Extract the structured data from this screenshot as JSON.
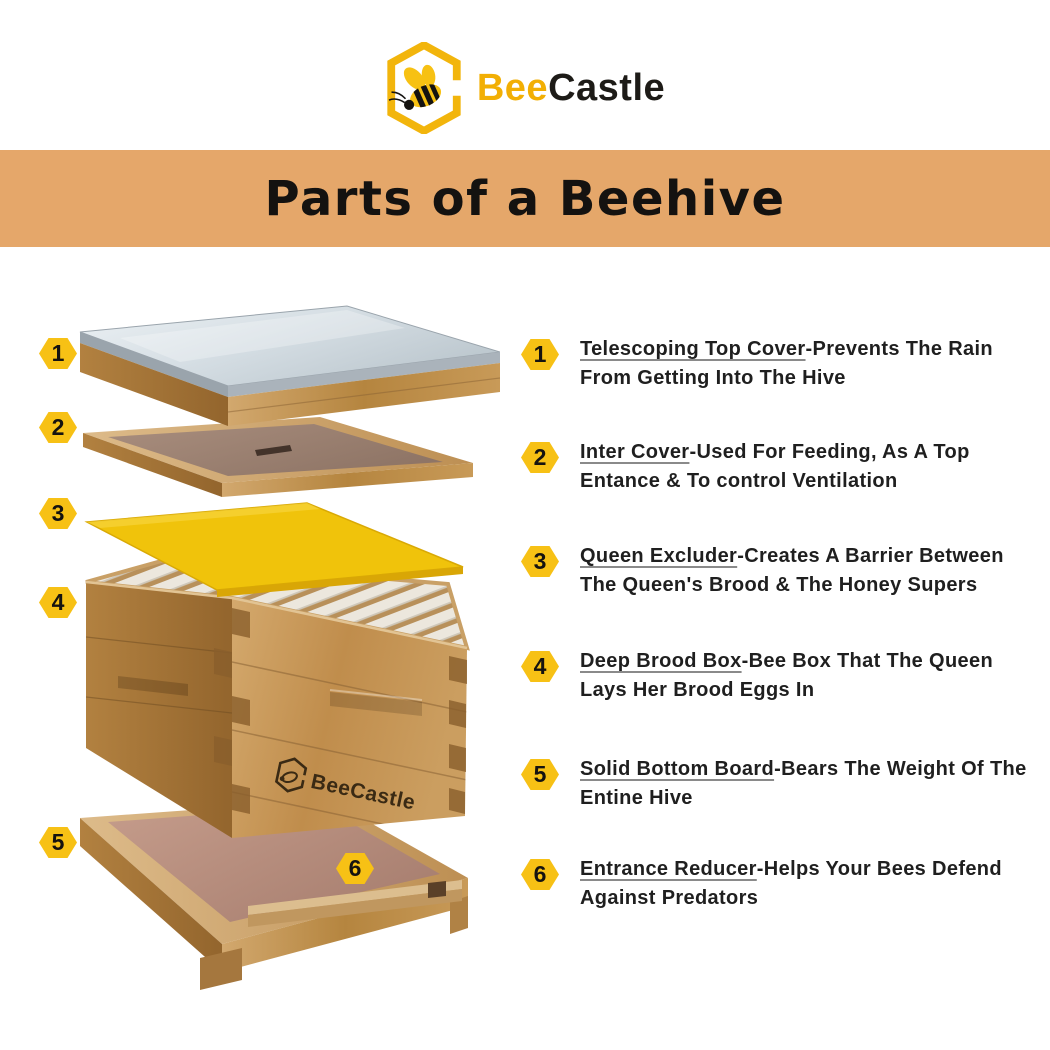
{
  "brand": {
    "bee": "Bee",
    "castle": "Castle"
  },
  "banner": {
    "title": "Parts of a Beehive"
  },
  "diagram": {
    "box_logo": "BeeCastle"
  },
  "parts": [
    {
      "num": "1",
      "name": "Telescoping Top Cover",
      "sep": "-",
      "desc": "Prevents The Rain From Getting Into The Hive"
    },
    {
      "num": "2",
      "name": "Inter Cover",
      "sep": "-",
      "desc": "Used For Feeding, As A Top Entance & To control Ventilation"
    },
    {
      "num": "3",
      "name": "Queen Excluder",
      "sep": "-",
      "desc": "Creates A Barrier Between The Queen's Brood & The Honey Supers"
    },
    {
      "num": "4",
      "name": "Deep Brood Box",
      "sep": "-",
      "desc": "Bee Box That The Queen Lays Her Brood Eggs In"
    },
    {
      "num": "5",
      "name": "Solid Bottom Board",
      "sep": "-",
      "desc": "Bears The Weight Of The Entine Hive"
    },
    {
      "num": "6",
      "name": "Entrance Reducer",
      "sep": "-",
      "desc": "Helps Your Bees Defend Against Predators"
    }
  ],
  "colors": {
    "badge": "#F7C115",
    "banner": "#E5A76A",
    "logo_yellow": "#F2AF04",
    "excluder_yellow": "#F0C30B",
    "wood_light": "#D0A368",
    "wood_dark": "#9A6C33",
    "silver": "#D7DFE5"
  }
}
